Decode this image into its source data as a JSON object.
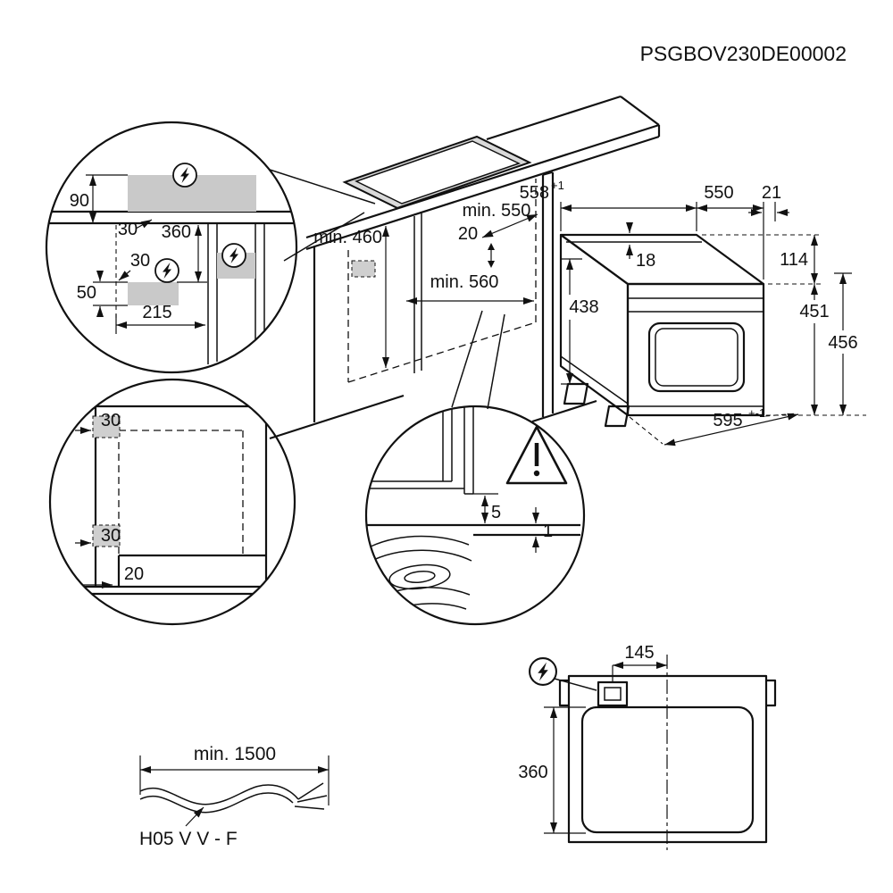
{
  "document": {
    "code": "PSGBOV230DE00002"
  },
  "wall_detail": {
    "d90": "90",
    "d30_top": "30",
    "d360": "360",
    "d30_mid": "30",
    "d50": "50",
    "d215": "215"
  },
  "niche": {
    "min_depth": "min. 550",
    "rear_gap": "20",
    "min_height": "min. 460",
    "min_width": "min. 560"
  },
  "oven": {
    "top_width": "558",
    "top_width_tol": "+1",
    "top_depth": "550",
    "front_offset": "21",
    "top_recess": "18",
    "panel_height": "114",
    "body_height": "438",
    "front_height": "451",
    "overall_height": "456",
    "front_width": "595",
    "front_width_tol": "+-1"
  },
  "plinth_detail": {
    "d30_top": "30",
    "d30_bottom": "30",
    "d20": "20"
  },
  "gap_detail": {
    "gap_rear": "5",
    "gap_front": "1"
  },
  "top_view": {
    "dx": "145",
    "dy": "360"
  },
  "mains_cable": {
    "min_length": "min. 1500",
    "type": "H05 V V - F"
  }
}
